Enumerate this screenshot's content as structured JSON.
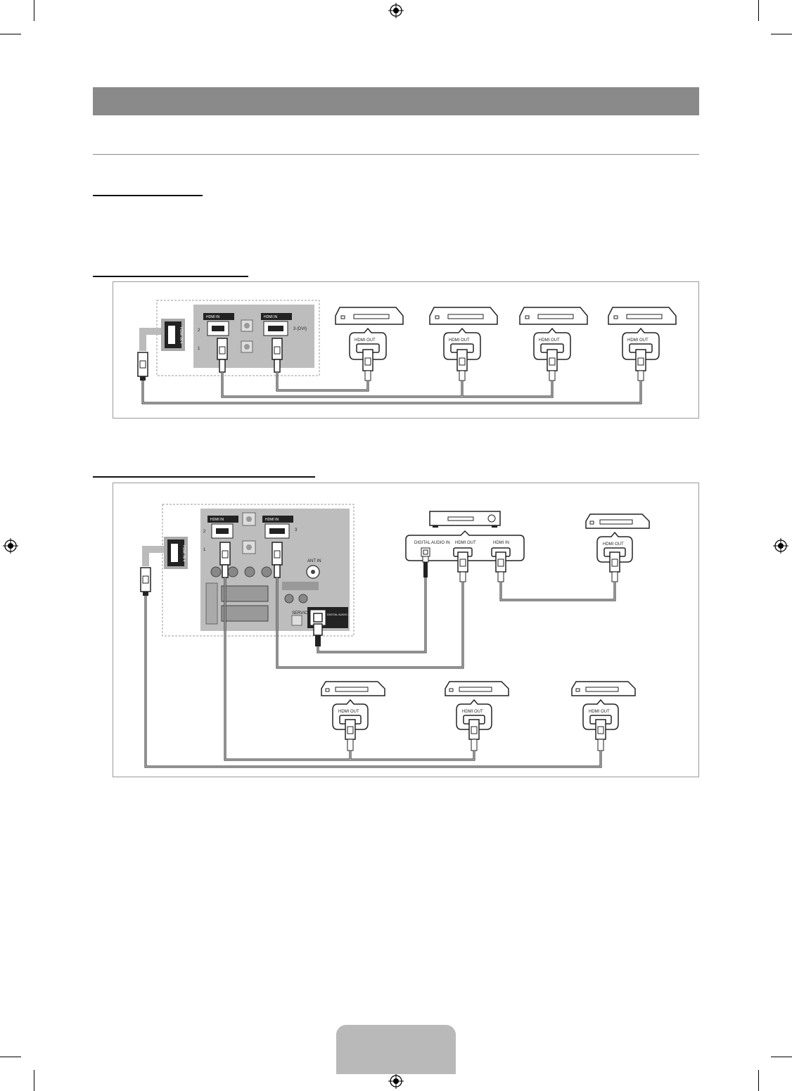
{
  "diagram1": {
    "tv_panel": {
      "ports": [
        {
          "label": "HDMI IN",
          "number": "2"
        },
        {
          "label": "HDMI IN",
          "number": "3 (DVI)"
        },
        {
          "label": "HDMI IN",
          "number": "1"
        }
      ],
      "side_port": "HDMI IN 4"
    },
    "devices": [
      {
        "port_label": "HDMI OUT"
      },
      {
        "port_label": "HDMI OUT"
      },
      {
        "port_label": "HDMI OUT"
      },
      {
        "port_label": "HDMI OUT"
      }
    ]
  },
  "diagram2": {
    "tv_panel": {
      "ports": [
        {
          "label": "HDMI IN",
          "number": "2"
        },
        {
          "label": "HDMI IN",
          "number": "3"
        },
        {
          "label": "HDMI IN",
          "number": "1"
        }
      ],
      "side_port": "HDMI IN 4",
      "ant_label": "ANT IN",
      "service_label": "SERVICE",
      "optical_label": "DIGITAL AUDIO OUT (OPTICAL)"
    },
    "receiver": {
      "ports": [
        {
          "label": "DIGITAL AUDIO IN"
        },
        {
          "label": "HDMI OUT"
        },
        {
          "label": "HDMI IN"
        }
      ]
    },
    "devices": [
      {
        "port_label": "HDMI OUT"
      },
      {
        "port_label": "HDMI OUT"
      },
      {
        "port_label": "HDMI OUT"
      },
      {
        "port_label": "HDMI OUT"
      }
    ]
  }
}
